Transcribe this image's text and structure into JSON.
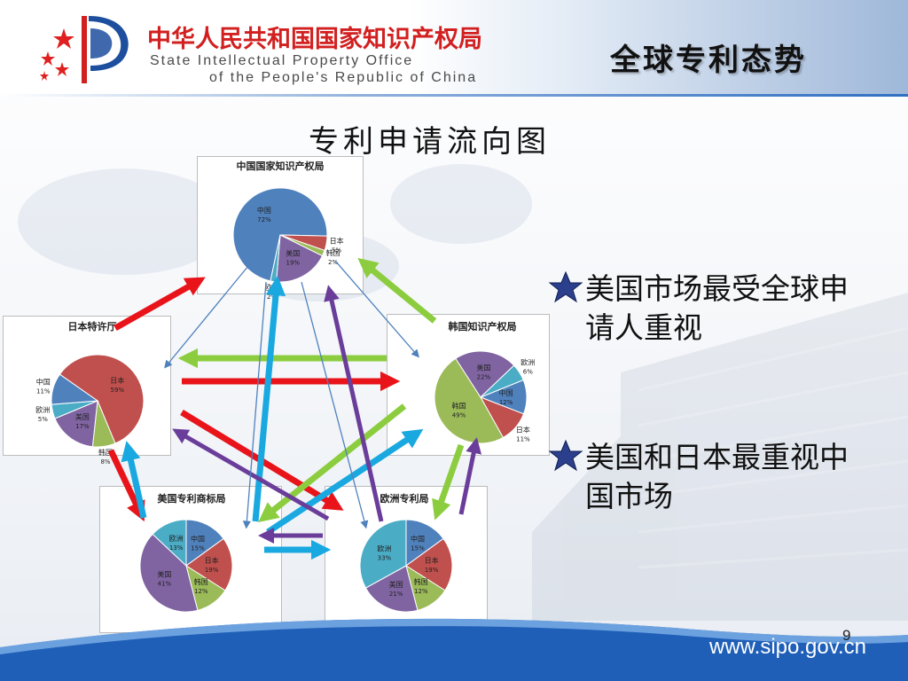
{
  "header": {
    "org_cn": "中华人民共和国国家知识产权局",
    "org_en_line1": "State Intellectual Property Office",
    "org_en_line2": "of the People's Republic of China",
    "section_title": "全球专利态势"
  },
  "slide_title": "专利申请流向图",
  "bullets": [
    {
      "text": "美国市场最受全球申请人重视",
      "icon": "star-icon"
    },
    {
      "text": "美国和日本最重视中国市场",
      "icon": "star-icon"
    }
  ],
  "footer": {
    "website": "www.sipo.gov.cn",
    "page_number": "9"
  },
  "colors": {
    "red_arrow": "#e8141a",
    "green_arrow": "#8ccd3f",
    "blue_arrow": "#19a8e0",
    "purple_arrow": "#6a3d9a",
    "thin_blue_arrow": "#4f81bd",
    "slice_blue": "#4f81bd",
    "slice_red": "#c0504d",
    "slice_green": "#9bbb59",
    "slice_purple": "#8064a2",
    "slice_cyan": "#4bacc6"
  },
  "chart_data": [
    {
      "type": "pie",
      "title": "中国国家知识产权局",
      "slices": [
        {
          "label": "中国",
          "value": 72,
          "value_text": "72%",
          "color": "#4f81bd"
        },
        {
          "label": "日本",
          "value": 5,
          "value_text": "5%",
          "color": "#c0504d"
        },
        {
          "label": "韩国",
          "value": 2,
          "value_text": "2%",
          "color": "#9bbb59"
        },
        {
          "label": "美国",
          "value": 19,
          "value_text": "19%",
          "color": "#8064a2"
        },
        {
          "label": "欧洲",
          "value": 2,
          "value_text": "2%",
          "color": "#4bacc6"
        }
      ]
    },
    {
      "type": "pie",
      "title": "日本特许厅",
      "slices": [
        {
          "label": "日本",
          "value": 59,
          "value_text": "59%",
          "color": "#c0504d"
        },
        {
          "label": "韩国",
          "value": 8,
          "value_text": "8%",
          "color": "#9bbb59"
        },
        {
          "label": "美国",
          "value": 17,
          "value_text": "17%",
          "color": "#8064a2"
        },
        {
          "label": "欧洲",
          "value": 5,
          "value_text": "5%",
          "color": "#4bacc6"
        },
        {
          "label": "中国",
          "value": 11,
          "value_text": "11%",
          "color": "#4f81bd"
        }
      ]
    },
    {
      "type": "pie",
      "title": "韩国知识产权局",
      "slices": [
        {
          "label": "中国",
          "value": 12,
          "value_text": "12%",
          "color": "#4f81bd"
        },
        {
          "label": "日本",
          "value": 11,
          "value_text": "11%",
          "color": "#c0504d"
        },
        {
          "label": "韩国",
          "value": 49,
          "value_text": "49%",
          "color": "#9bbb59"
        },
        {
          "label": "美国",
          "value": 22,
          "value_text": "22%",
          "color": "#8064a2"
        },
        {
          "label": "欧洲",
          "value": 6,
          "value_text": "6%",
          "color": "#4bacc6"
        }
      ]
    },
    {
      "type": "pie",
      "title": "美国专利商标局",
      "slices": [
        {
          "label": "中国",
          "value": 15,
          "value_text": "15%",
          "color": "#4f81bd"
        },
        {
          "label": "日本",
          "value": 19,
          "value_text": "19%",
          "color": "#c0504d"
        },
        {
          "label": "韩国",
          "value": 12,
          "value_text": "12%",
          "color": "#9bbb59"
        },
        {
          "label": "美国",
          "value": 41,
          "value_text": "41%",
          "color": "#8064a2"
        },
        {
          "label": "欧洲",
          "value": 13,
          "value_text": "13%",
          "color": "#4bacc6"
        }
      ]
    },
    {
      "type": "pie",
      "title": "欧洲专利局",
      "slices": [
        {
          "label": "中国",
          "value": 15,
          "value_text": "15%",
          "color": "#4f81bd"
        },
        {
          "label": "日本",
          "value": 19,
          "value_text": "19%",
          "color": "#c0504d"
        },
        {
          "label": "韩国",
          "value": 12,
          "value_text": "12%",
          "color": "#9bbb59"
        },
        {
          "label": "美国",
          "value": 21,
          "value_text": "21%",
          "color": "#8064a2"
        },
        {
          "label": "欧洲",
          "value": 33,
          "value_text": "33%",
          "color": "#4bacc6"
        }
      ]
    }
  ]
}
